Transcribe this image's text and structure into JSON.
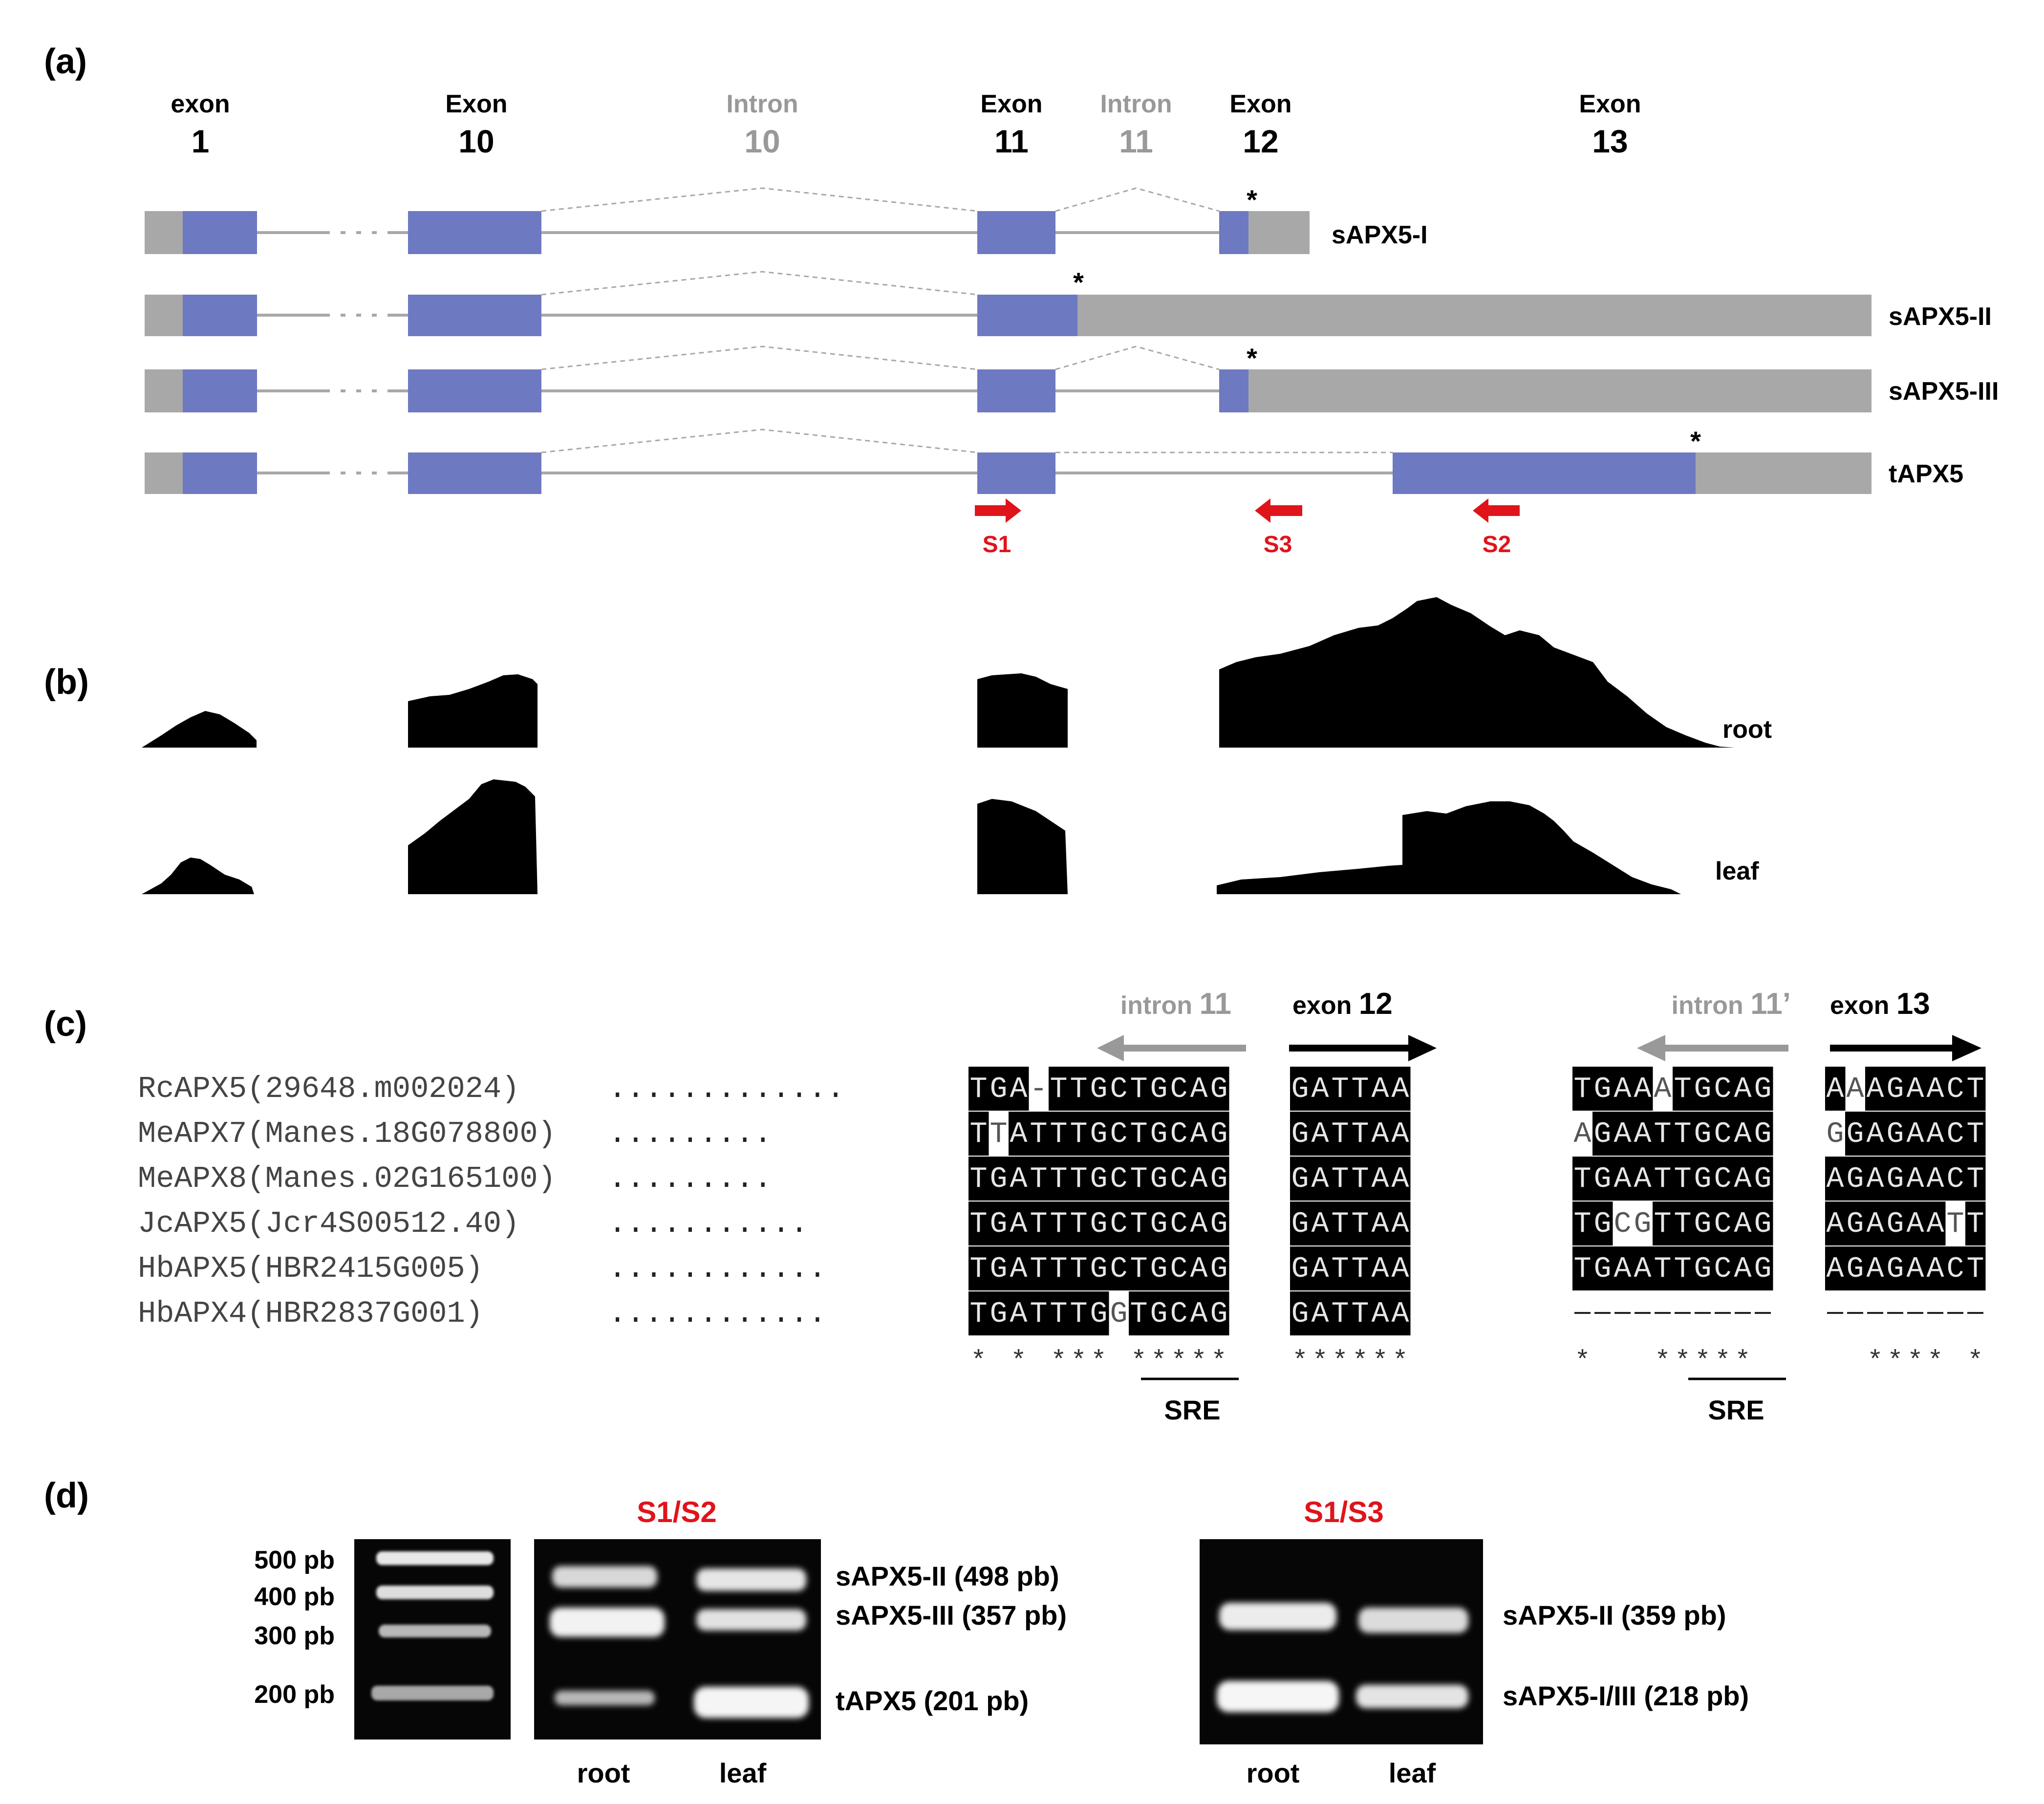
{
  "panel_labels": {
    "a": "(a)",
    "b": "(b)",
    "c": "(c)",
    "d": "(d)"
  },
  "colors": {
    "exon_coding": "#6d79c1",
    "utr": "#a8a8a8",
    "line": "#a8a8a8",
    "intron_label": "#999999",
    "primer": "#e0141b",
    "gel_bg": "#060606"
  },
  "panel_a": {
    "headers": [
      {
        "word": "exon",
        "num": "1",
        "intron": false
      },
      {
        "word": "Exon",
        "num": "10",
        "intron": false
      },
      {
        "word": "Intron",
        "num": "10",
        "intron": true
      },
      {
        "word": "Exon",
        "num": "11",
        "intron": false
      },
      {
        "word": "Intron",
        "num": "11",
        "intron": true
      },
      {
        "word": "Exon",
        "num": "12",
        "intron": false
      },
      {
        "word": "Exon",
        "num": "13",
        "intron": false
      }
    ],
    "isoforms": [
      "sAPX5-I",
      "sAPX5-II",
      "sAPX5-III",
      "tAPX5"
    ],
    "stop_mark": "*",
    "primers": [
      "S1",
      "S3",
      "S2"
    ]
  },
  "panel_b": {
    "tracks": [
      "root",
      "leaf"
    ]
  },
  "panel_c": {
    "intron11": {
      "word": "intron",
      "num": "11"
    },
    "exon12": {
      "word": "exon",
      "num": "12"
    },
    "intron11p": {
      "word": "intron",
      "num": "11’"
    },
    "exon13": {
      "word": "exon",
      "num": "13"
    },
    "sequences": [
      {
        "name": "RcAPX5(29648.m002024)",
        "dots": ".............",
        "i11": "TGA-TTGCTGCAG",
        "e12": "GATTAA",
        "i11p": "TGAAATGCAG",
        "e13": "AAAGAACT"
      },
      {
        "name": "MeAPX7(Manes.18G078800)",
        "dots": ".........",
        "i11": "TTATTTGCTGCAG",
        "e12": "GATTAA",
        "i11p": "AGAATTGCAG",
        "e13": "GGAGAACT"
      },
      {
        "name": "MeAPX8(Manes.02G165100)",
        "dots": ".........",
        "i11": "TGATTTGCTGCAG",
        "e12": "GATTAA",
        "i11p": "TGAATTGCAG",
        "e13": "AGAGAACT"
      },
      {
        "name": "JcAPX5(Jcr4S00512.40)",
        "dots": "...........",
        "i11": "TGATTTGCTGCAG",
        "e12": "GATTAA",
        "i11p": "TGCGTTGCAG",
        "e13": "AGAGAATT"
      },
      {
        "name": "HbAPX5(HBR2415G005)",
        "dots": "............",
        "i11": "TGATTTGCTGCAG",
        "e12": "GATTAA",
        "i11p": "TGAATTGCAG",
        "e13": "AGAGAACT"
      },
      {
        "name": "HbAPX4(HBR2837G001)",
        "dots": "............",
        "i11": "TGATTTGGTGCAG",
        "e12": "GATTAA",
        "i11p": "----------",
        "e13": "--------"
      }
    ],
    "cons_i11": "* * *** *****",
    "cons_e12": "******",
    "cons_i11p": "*   *****",
    "cons_e13": "  **** *",
    "sre": "SRE"
  },
  "panel_d": {
    "ladder": [
      "500 pb",
      "400 pb",
      "300 pb",
      "200 pb"
    ],
    "gel1_title": "S1/S2",
    "gel1_bands": [
      "sAPX5-II (498 pb)",
      "sAPX5-III (357 pb)",
      "tAPX5 (201 pb)"
    ],
    "gel2_title": "S1/S3",
    "gel2_bands": [
      "sAPX5-II (359 pb)",
      "sAPX5-I/III (218 pb)"
    ],
    "lanes": [
      "root",
      "leaf"
    ]
  }
}
